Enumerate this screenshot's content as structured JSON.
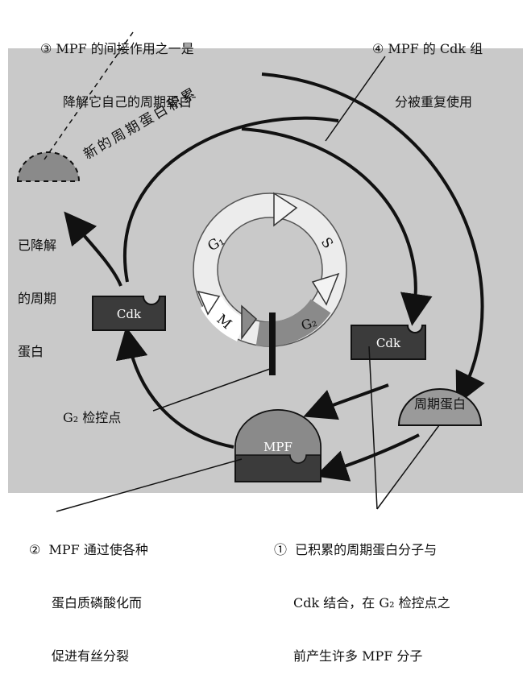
{
  "annotations": {
    "a3": [
      "③ MPF 的间接作用之一是",
      "降解它自己的周期蛋白"
    ],
    "a4": [
      "④ MPF 的 Cdk 组",
      "分被重复使用"
    ],
    "a2": [
      "②  MPF 通过使各种",
      "蛋白质磷酸化而",
      "促进有丝分裂"
    ],
    "a1": [
      "①  已积累的周期蛋白分子与",
      "Cdk 结合，在 G₂ 检控点之",
      "前产生许多 MPF 分子"
    ]
  },
  "labels": {
    "new_cyclin": "新的周期蛋白积累",
    "degraded": [
      "已降解",
      "的周期",
      "蛋白"
    ],
    "g2_checkpoint": "G₂ 检控点",
    "cyclin": "周期蛋白",
    "cdk_left": "Cdk",
    "cdk_right": "Cdk",
    "mpf": "MPF"
  },
  "cycle": {
    "g1": "G₁",
    "s": "S",
    "g2": "G₂",
    "m": "M"
  }
}
